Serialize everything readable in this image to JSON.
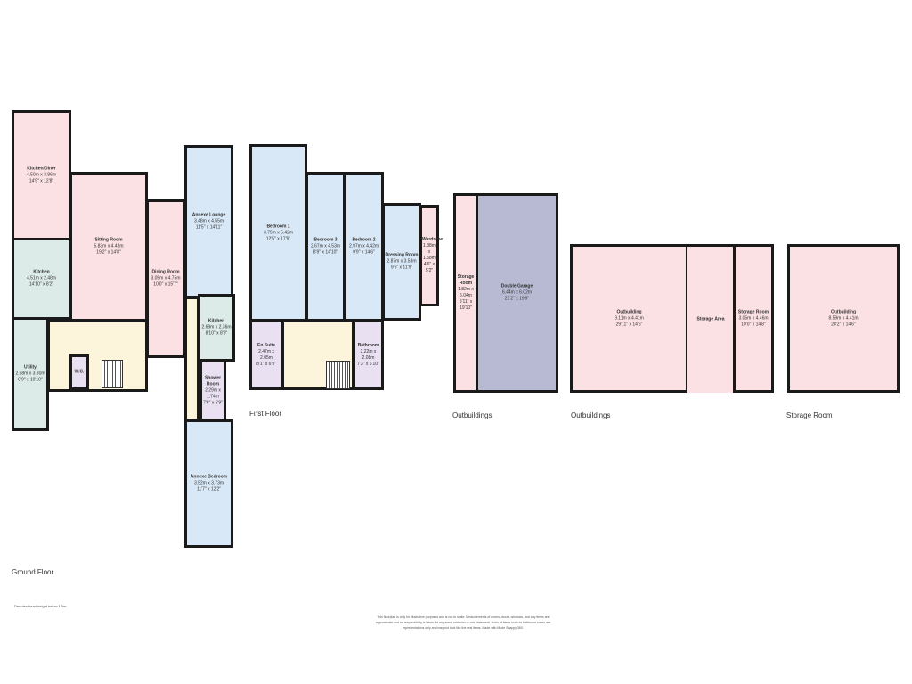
{
  "ground_floor": {
    "label": "Ground Floor",
    "note": "Denotes head height below 1.5m",
    "rooms": [
      {
        "name": "Kitchen/Diner",
        "metric": "4.50m x 3.86m",
        "imperial": "14'9\" x 12'8\""
      },
      {
        "name": "Kitchen",
        "metric": "4.51m x 2.48m",
        "imperial": "14'10\" x 8'2\""
      },
      {
        "name": "Utility",
        "metric": "2.68m x 3.30m",
        "imperial": "8'9\" x 10'10\""
      },
      {
        "name": "Sitting Room",
        "metric": "5.83m x 4.48m",
        "imperial": "19'2\" x 14'8\""
      },
      {
        "name": "Dining Room",
        "metric": "3.05m x 4.75m",
        "imperial": "10'0\" x 15'7\""
      },
      {
        "name": "W.C.",
        "metric": "",
        "imperial": ""
      },
      {
        "name": "Annexe Lounge",
        "metric": "3.48m x 4.55m",
        "imperial": "11'5\" x 14'11\""
      },
      {
        "name": "Kitchen",
        "metric": "2.69m x 2.36m",
        "imperial": "8'10\" x 8'9\""
      },
      {
        "name": "Shower Room",
        "metric": "2.29m x 1.74m",
        "imperial": "7'6\" x 5'9\""
      },
      {
        "name": "Annexe Bedroom",
        "metric": "3.52m x 3.73m",
        "imperial": "11'7\" x 12'2\""
      }
    ]
  },
  "first_floor": {
    "label": "First Floor",
    "rooms": [
      {
        "name": "Bedroom 1",
        "metric": "3.79m x 5.42m",
        "imperial": "12'5\" x 17'9\""
      },
      {
        "name": "Bedroom 3",
        "metric": "2.67m x 4.53m",
        "imperial": "8'9\" x 14'10\""
      },
      {
        "name": "Bedroom 2",
        "metric": "2.97m x 4.42m",
        "imperial": "9'9\" x 14'6\""
      },
      {
        "name": "Dressing Room",
        "metric": "2.87m x 3.58m",
        "imperial": "9'5\" x 11'9\""
      },
      {
        "name": "Wardrobe",
        "metric": "1.38m x 1.58m",
        "imperial": "4'6\" x 5'2\""
      },
      {
        "name": "En Suite",
        "metric": "2.47m x 2.05m",
        "imperial": "8'1\" x 6'9\""
      },
      {
        "name": "Bathroom",
        "metric": "2.22m x 2.08m",
        "imperial": "7'3\" x 6'10\""
      }
    ]
  },
  "outbuildings_1": {
    "label": "Outbuildings",
    "rooms": [
      {
        "name": "Storage Room",
        "metric": "1.82m x 6.04m",
        "imperial": "5'11\" x 19'10\""
      },
      {
        "name": "Double Garage",
        "metric": "6.44m x 6.02m",
        "imperial": "21'2\" x 19'9\""
      }
    ]
  },
  "outbuildings_2": {
    "label": "Outbuildings",
    "rooms": [
      {
        "name": "Outbuilding",
        "metric": "9.11m x 4.41m",
        "imperial": "29'11\" x 14'6\""
      },
      {
        "name": "Storage Area",
        "metric": "",
        "imperial": ""
      },
      {
        "name": "Storage Room",
        "metric": "3.05m x 4.46m",
        "imperial": "10'0\" x 14'8\""
      }
    ]
  },
  "storage_room_building": {
    "label": "Storage Room",
    "rooms": [
      {
        "name": "Outbuilding",
        "metric": "8.59m x 4.41m",
        "imperial": "28'2\" x 14'6\""
      }
    ]
  },
  "disclaimer": "This floorplan is only for illustrative purposes and is not to scale. Measurements of rooms, doors, windows, and any items are approximate and no responsibility is taken for any error, omission or mis-statement. Icons of items such as bathroom suites are representations only and may not look like the real items. Made with Made Snappy 360."
}
